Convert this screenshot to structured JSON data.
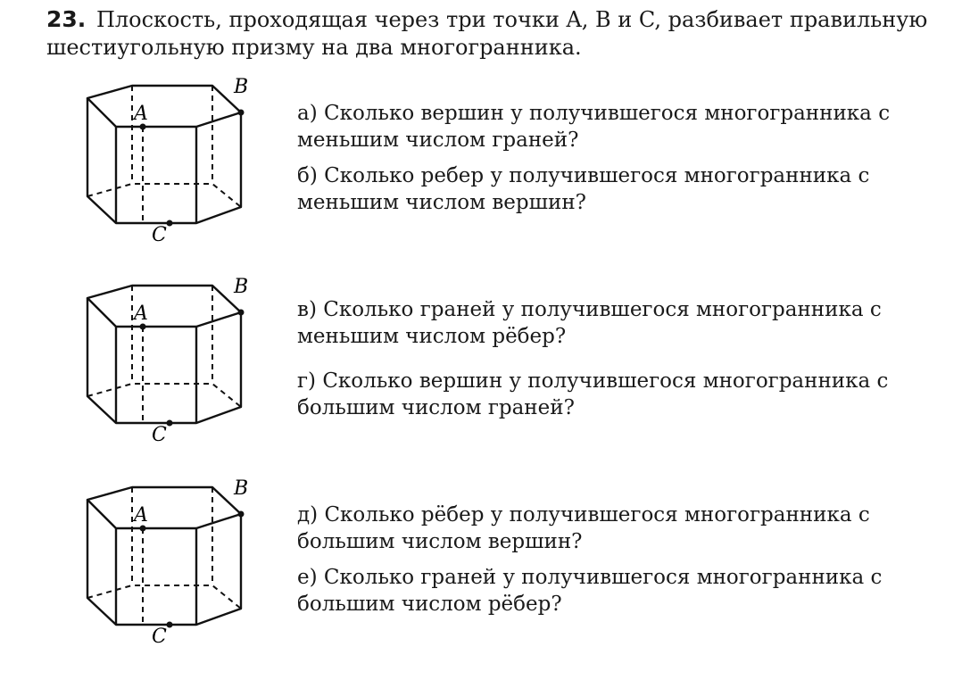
{
  "problem": {
    "number": "23.",
    "statement": "Плоскость, проходящая через три точки A, B и C, разбивает правильную шестиугольную призму на два многогранника."
  },
  "figure_labels": {
    "a": "A",
    "b": "B",
    "c": "C"
  },
  "questions": [
    {
      "text": "а) Сколько вершин у получившегося многогранника с меньшим числом граней?"
    },
    {
      "text": "б) Сколько ребер у получившегося многогранника с меньшим числом вершин?"
    },
    {
      "text": "в) Сколько граней у получившегося многогранника с меньшим числом рёбер?"
    },
    {
      "text": "г) Сколько вершин у получившегося многогранника с большим числом граней?"
    },
    {
      "text": "д) Сколько рёбер у получившегося многогранника с большим числом вершин?"
    },
    {
      "text": "е) Сколько граней у получившегося многогранника с большим числом рёбер?"
    }
  ]
}
